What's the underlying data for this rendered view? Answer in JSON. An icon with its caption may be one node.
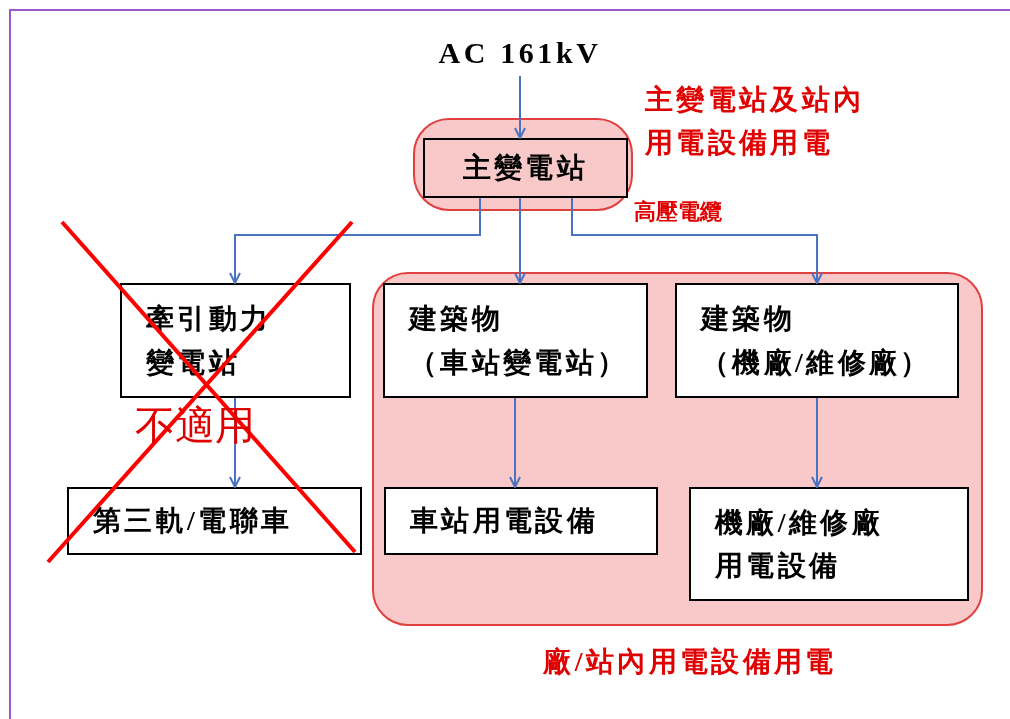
{
  "diagram": {
    "nodes": [
      {
        "text": [
          "AC 161kV"
        ]
      },
      {
        "text": [],
        "shape": "box",
        "beside": [
          "主變電站及站內用電設備用電"
        ]
      },
      {
        "text": [
          "主變電站"
        ],
        "in": 1
      },
      {
        "text": [
          "牽引動力變電站"
        ]
      },
      {
        "text": [
          "第三軌/電聯車"
        ]
      },
      {
        "text": [],
        "shape": "box",
        "beside": [
          "廠/站內用電設備用電"
        ]
      },
      {
        "text": [
          "建築物",
          "（車站變電站）"
        ],
        "in": 5
      },
      {
        "text": [
          "建築物",
          "（機廠/維修廠）"
        ],
        "in": 5
      },
      {
        "text": [
          "車站用電設備"
        ],
        "in": 5
      },
      {
        "text": [
          "機廠/維修廠用電設備"
        ],
        "in": 5
      }
    ],
    "edges": [
      {
        "from": 0,
        "to": 2,
        "arrow": "to"
      },
      {
        "from": 2,
        "to": 3,
        "arrow": "to"
      },
      {
        "from": 2,
        "to": 6,
        "arrow": "to"
      },
      {
        "from": 2,
        "to": 7,
        "arrow": "to",
        "label": "高壓電纜"
      },
      {
        "from": 3,
        "to": 4,
        "arrow": "to"
      },
      {
        "from": 6,
        "to": 8,
        "arrow": "to"
      },
      {
        "from": 7,
        "to": 9,
        "arrow": "to"
      }
    ],
    "labels": [
      "不適用"
    ]
  }
}
